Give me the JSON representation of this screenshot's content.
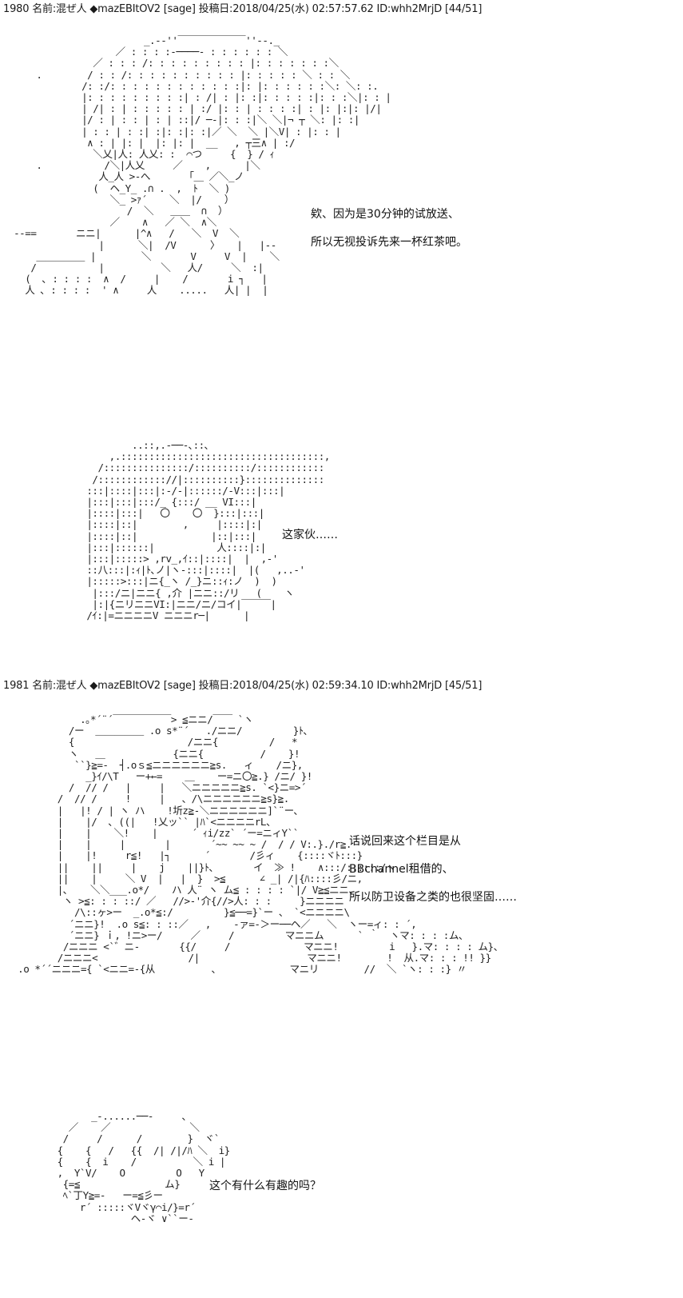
{
  "posts": [
    {
      "number": "1980",
      "name_label": "名前:",
      "name": "混ぜ人",
      "trip": "◆mazEBItOV2",
      "mail": "[sage]",
      "date_label": "投稿日:",
      "date": "2018/04/25(水) 02:57:57.62",
      "id": "ID:whh2MrjD",
      "counter": "[44/51]",
      "dialogue_1": [
        "欸、因为是30分钟的试放送、",
        "所以无视投诉先来一杯红茶吧。"
      ],
      "dialogue_2": [
        "这家伙……"
      ]
    },
    {
      "number": "1981",
      "name_label": "名前:",
      "name": "混ぜ人",
      "trip": "◆mazEBItOV2",
      "mail": "[sage]",
      "date_label": "投稿日:",
      "date": "2018/04/25(水) 02:59:34.10",
      "id": "ID:whh2MrjD",
      "counter": "[45/51]",
      "dialogue_1": [
        "话说回来这个栏目是从",
        "BBchannel租借的、",
        "所以防卫设备之类的也很坚固……"
      ],
      "dialogue_2": [
        "这个有什么有趣的吗？"
      ]
    }
  ]
}
